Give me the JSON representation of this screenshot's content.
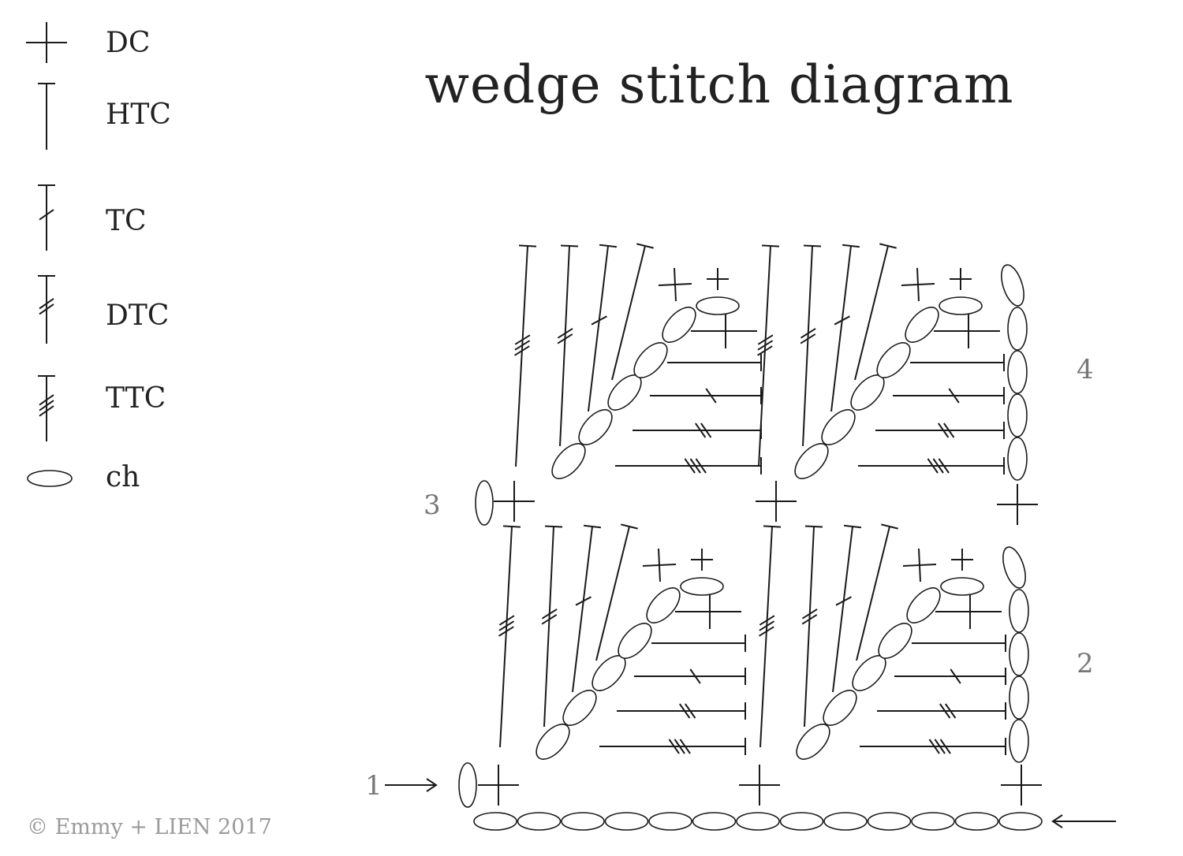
{
  "title": "wedge stitch diagram",
  "legend": [
    {
      "symbol": "dc",
      "label": "DC"
    },
    {
      "symbol": "htc",
      "label": "HTC"
    },
    {
      "symbol": "tc",
      "label": "TC"
    },
    {
      "symbol": "dtc",
      "label": "DTC"
    },
    {
      "symbol": "ttc",
      "label": "TTC"
    },
    {
      "symbol": "ch",
      "label": "ch"
    }
  ],
  "rows": [
    {
      "label": "1"
    },
    {
      "label": "2"
    },
    {
      "label": "3"
    },
    {
      "label": "4"
    }
  ],
  "copyright": "© Emmy + LIEN 2017",
  "colors": {
    "ink": "#1a1a1a",
    "row_numbers": "#777777",
    "copyright": "#9a9a9a"
  },
  "wedge": {
    "fan_stitches": [
      "ttc",
      "dtc",
      "tc",
      "htc",
      "dc",
      "dc"
    ],
    "chain_count": 6,
    "inner_stitches": [
      "dc",
      "htc",
      "tc",
      "dtc",
      "ttc"
    ]
  },
  "foundation_chain_count": 13
}
